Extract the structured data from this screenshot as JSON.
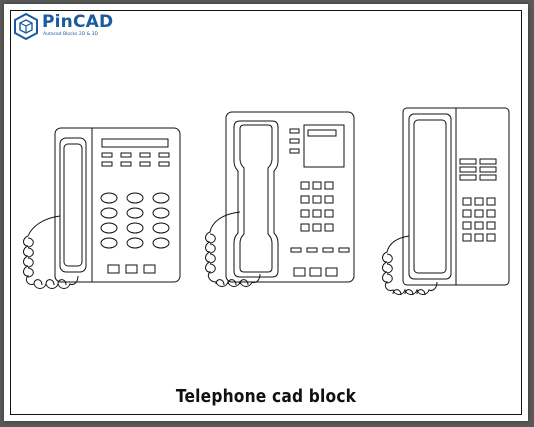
{
  "logo": {
    "brand": "PinCAD",
    "tagline": "Autocad Blocks 2D & 3D"
  },
  "caption": "Telephone cad block",
  "icons": {
    "logo_mark": "hexagon-cube-icon"
  },
  "colors": {
    "brand_blue": "#1a5aa0",
    "line": "#111111",
    "background": "#5a5a5a"
  }
}
